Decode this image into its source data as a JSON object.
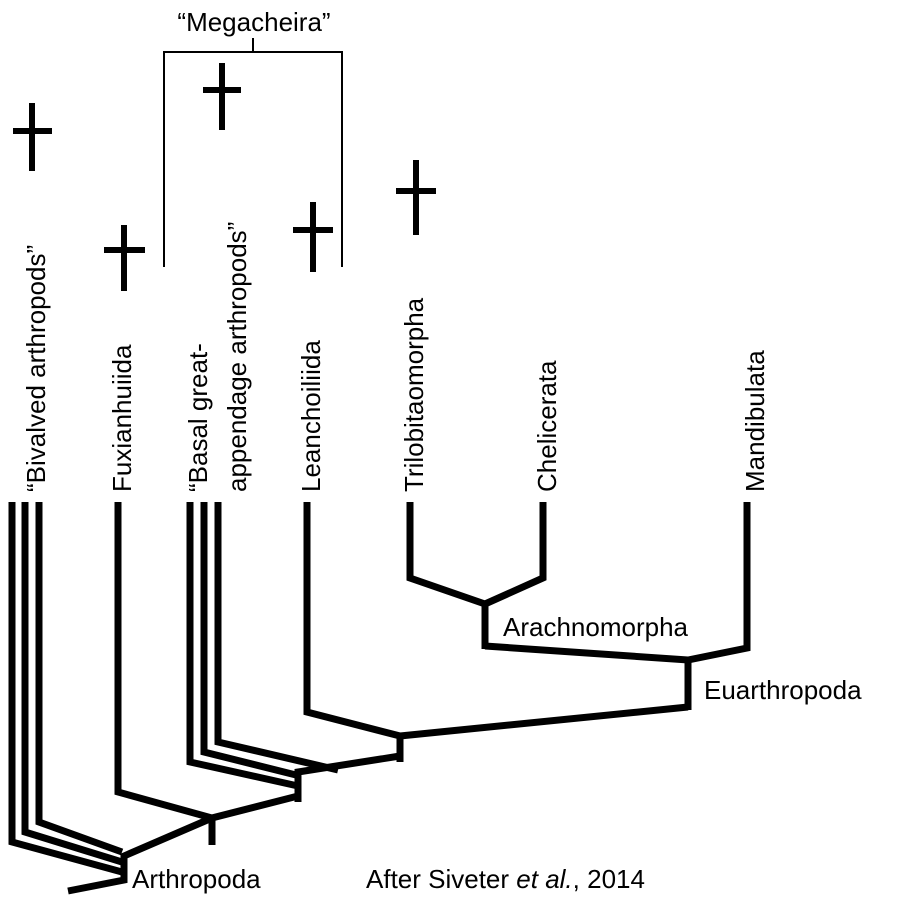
{
  "taxa": {
    "bivalved": "“Bivalved arthropods”",
    "fuxianhuiida": "Fuxianhuiida",
    "basal_line1": "“Basal great-",
    "basal_line2": "appendage arthropods”",
    "leanchoiliida": "Leanchoiliida",
    "trilobitomorpha": "Trilobitaomorpha",
    "chelicerata": "Chelicerata",
    "mandibulata": "Mandibulata"
  },
  "nodes": {
    "arthropoda": "Arthropoda",
    "euarthropoda": "Euarthropoda",
    "arachnomorpha": "Arachnomorpha"
  },
  "bracket_label": "“Megacheira”",
  "citation": {
    "prefix": "After Siveter ",
    "italic": "et al.",
    "suffix": ", 2014"
  },
  "extinct_marker": "dagger-icon",
  "colors": {
    "line": "#000000",
    "background": "#ffffff"
  }
}
